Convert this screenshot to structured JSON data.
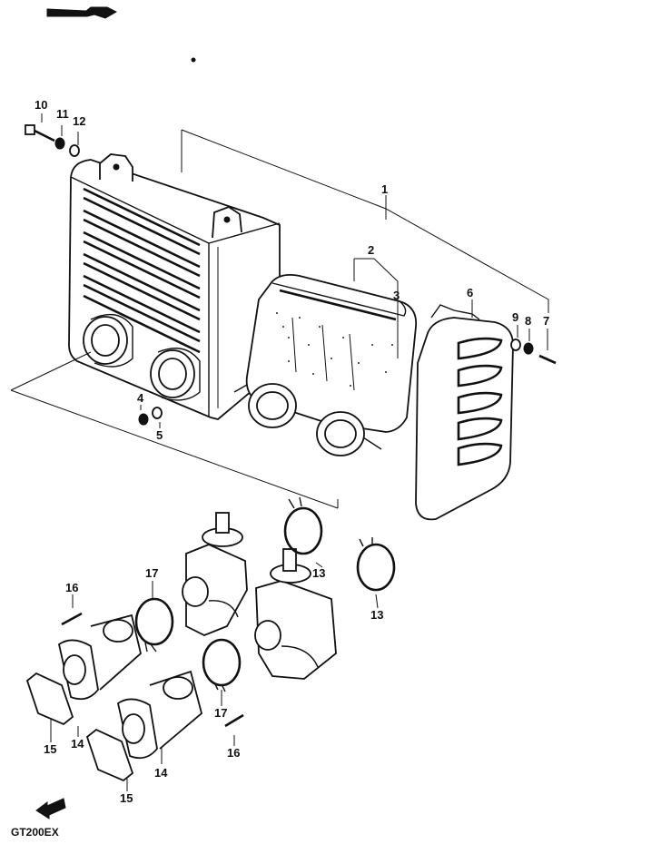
{
  "diagram": {
    "model_code": "GT200EX",
    "callouts": [
      "1",
      "2",
      "3",
      "4",
      "5",
      "6",
      "7",
      "8",
      "9",
      "10",
      "11",
      "12",
      "13",
      "13",
      "14",
      "14",
      "15",
      "15",
      "16",
      "16",
      "17",
      "17"
    ]
  },
  "icons": {
    "front_arrow": "front-arrow-icon"
  }
}
